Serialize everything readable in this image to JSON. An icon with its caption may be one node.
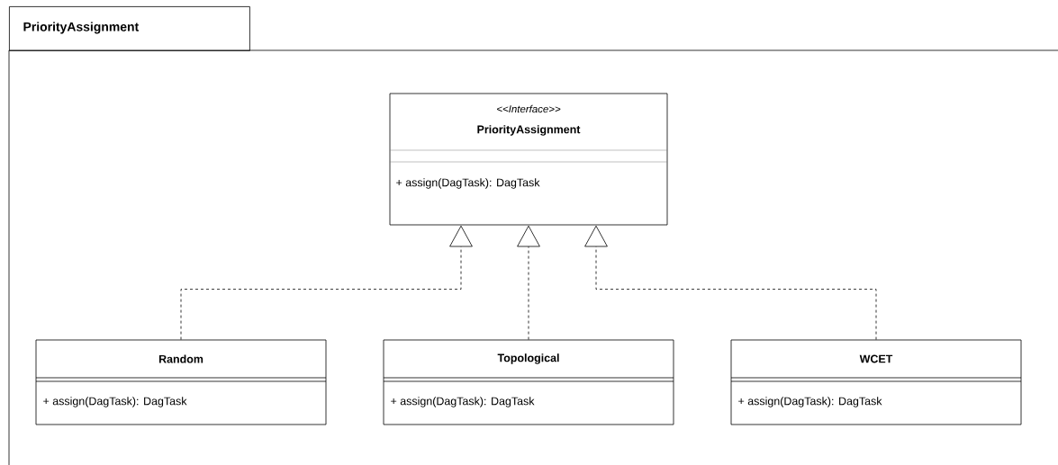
{
  "diagram": {
    "nodes": [
      {
        "text": [
          "PriorityAssignment"
        ]
      },
      {
        "text": [
          "<<Interface>>",
          "PriorityAssignment",
          "+ assign(DagTask): DagTask"
        ],
        "in": 0
      },
      {
        "text": [
          "Random",
          "+ assign(DagTask): DagTask"
        ],
        "in": 0
      },
      {
        "text": [
          "Topological",
          "+ assign(DagTask): DagTask"
        ],
        "in": 0
      },
      {
        "text": [
          "WCET",
          "+ assign(DagTask): DagTask"
        ],
        "in": 0
      }
    ],
    "edges": [
      {
        "from": 2,
        "to": 1,
        "arrow": "to",
        "style": "dashed"
      },
      {
        "from": 3,
        "to": 1,
        "arrow": "to",
        "style": "dashed"
      },
      {
        "from": 4,
        "to": 1,
        "arrow": "to",
        "style": "dashed"
      }
    ]
  }
}
